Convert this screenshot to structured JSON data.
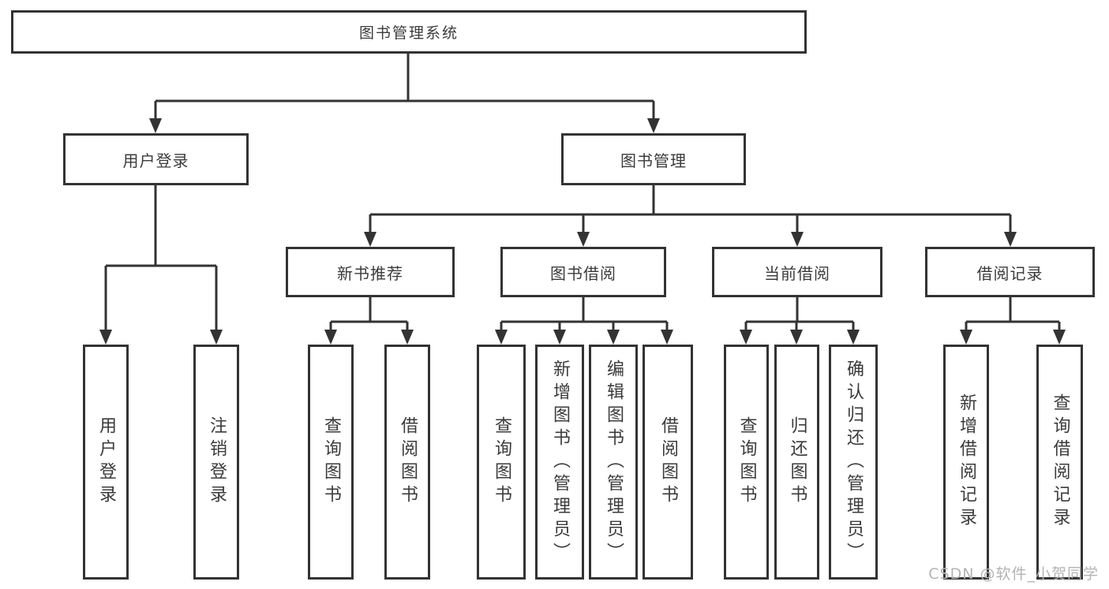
{
  "diagram": {
    "title": "图书管理系统",
    "root": {
      "label": "图书管理系统"
    },
    "level2": {
      "user_login": {
        "label": "用户登录"
      },
      "book_mgmt": {
        "label": "图书管理"
      }
    },
    "level3": {
      "new_book_recommend": {
        "label": "新书推荐"
      },
      "book_borrow": {
        "label": "图书借阅"
      },
      "current_borrow": {
        "label": "当前借阅"
      },
      "borrow_records": {
        "label": "借阅记录"
      }
    },
    "leaves": {
      "login": [
        "用户登录",
        "注销登录"
      ],
      "recommend": [
        "查询图书",
        "借阅图书"
      ],
      "borrow": [
        "查询图书",
        "新增图书（管理员）",
        "编辑图书（管理员）",
        "借阅图书"
      ],
      "current": [
        "查询图书",
        "归还图书",
        "确认归还（管理员）"
      ],
      "records": [
        "新增借阅记录",
        "查询借阅记录"
      ]
    }
  },
  "watermark": {
    "text": "CSDN @软件_小贺同学"
  },
  "colors": {
    "line": "#333333",
    "box_border": "#333333",
    "text": "#3b3b3b",
    "watermark": "#b3b3b3",
    "background": "#ffffff"
  }
}
